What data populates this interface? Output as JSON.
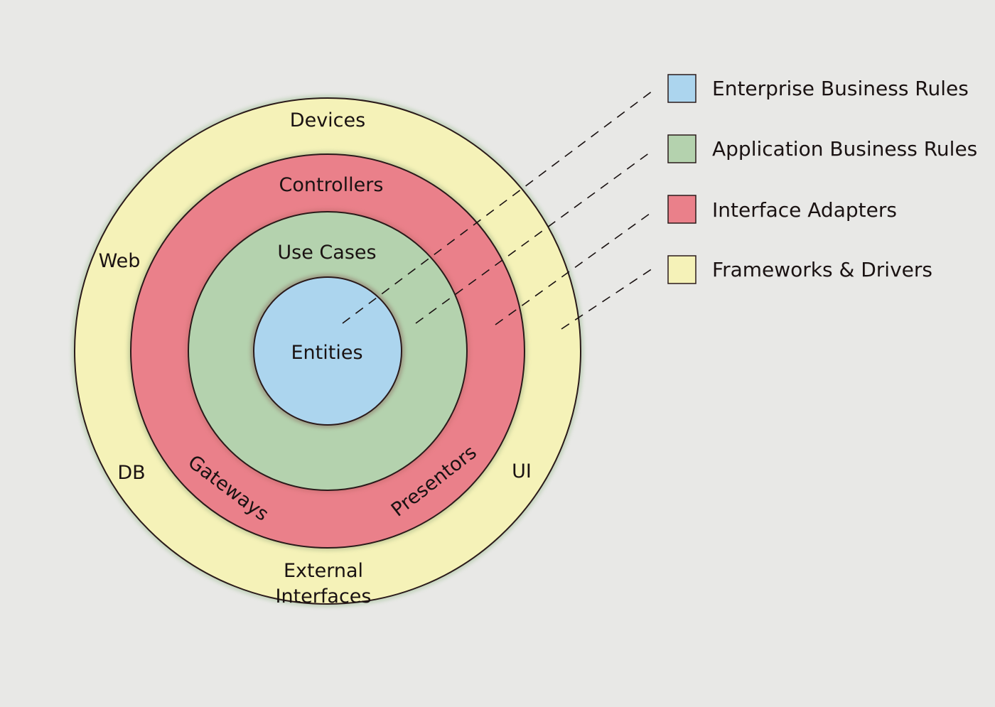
{
  "rings": [
    {
      "id": "frameworks",
      "color": "#f5f2b8",
      "legend": "Frameworks & Drivers"
    },
    {
      "id": "adapters",
      "color": "#ea808a",
      "legend": "Interface Adapters"
    },
    {
      "id": "usecases",
      "color": "#b4d2ae",
      "legend": "Application Business Rules"
    },
    {
      "id": "entities",
      "color": "#acd5ee",
      "legend": "Enterprise Business Rules"
    }
  ],
  "labels": {
    "devices": "Devices",
    "web": "Web",
    "db": "DB",
    "ui": "UI",
    "external_line1": "External",
    "external_line2": "Interfaces",
    "controllers": "Controllers",
    "gateways": "Gateways",
    "presentors": "Presentors",
    "use_cases": "Use Cases",
    "entities": "Entities"
  },
  "legend": [
    {
      "label": "Enterprise Business Rules",
      "color": "#acd5ee"
    },
    {
      "label": "Application Business Rules",
      "color": "#b4d2ae"
    },
    {
      "label": "Interface Adapters",
      "color": "#ea808a"
    },
    {
      "label": "Frameworks & Drivers",
      "color": "#f5f2b8"
    }
  ],
  "colors": {
    "background": "#e8e8e6",
    "outline": "#2a1a1a",
    "text": "#1a1212"
  }
}
